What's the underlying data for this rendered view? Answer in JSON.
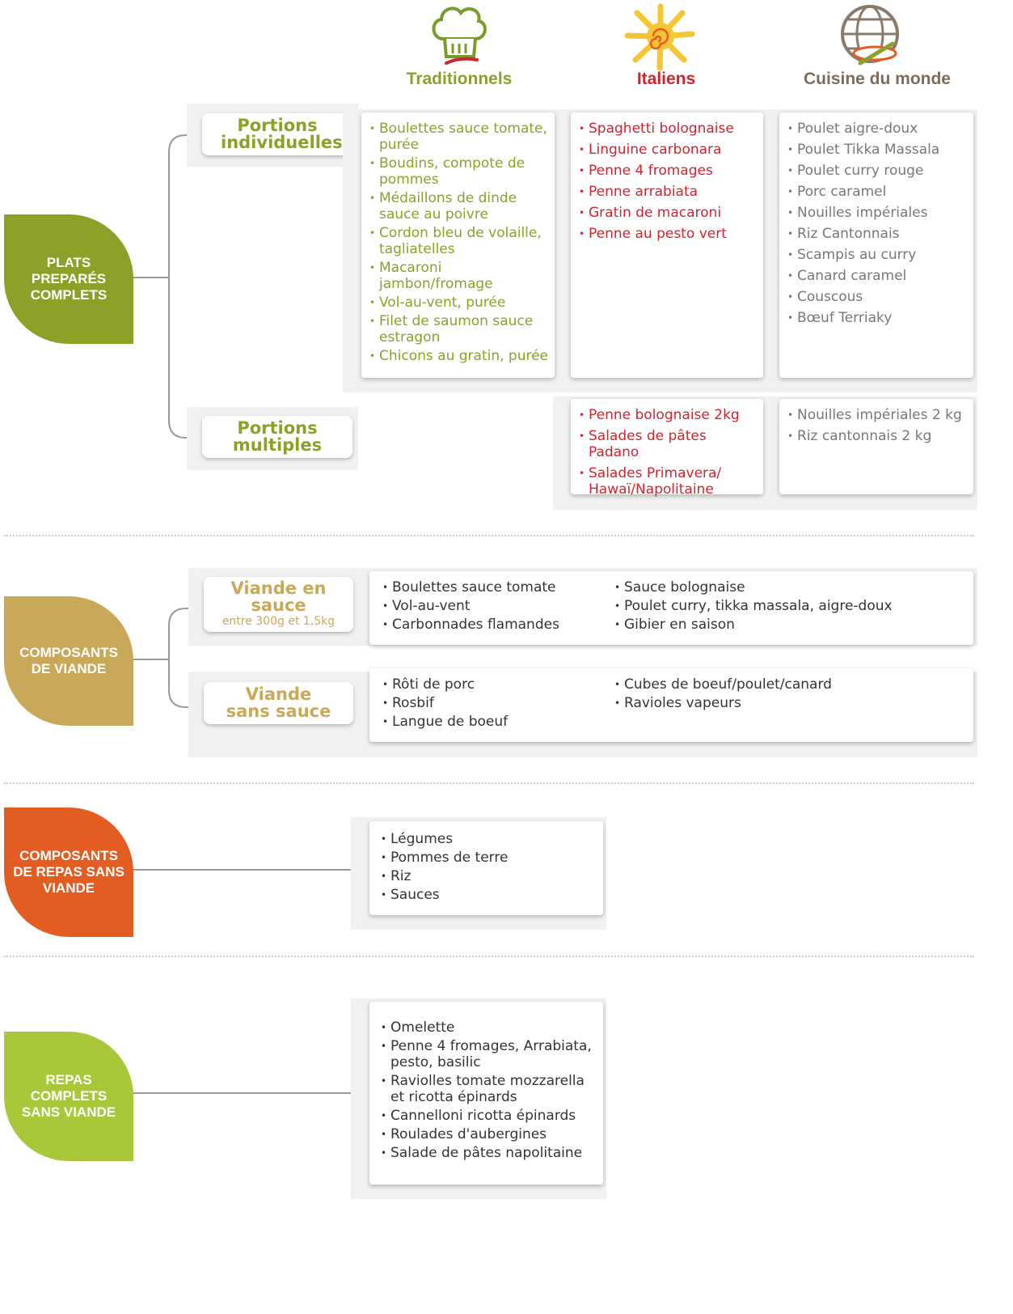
{
  "colors": {
    "green_dark": "#8ba127",
    "red": "#d3232e",
    "gold": "#c9a85a",
    "orange": "#e35d22",
    "lime": "#a8c83a"
  },
  "icons": [
    "chef-hat-icon",
    "sun-icon",
    "globe-fork-spoon-icon"
  ],
  "columns": {
    "traditionnels": "Traditionnels",
    "italiens": "Italiens",
    "monde": "Cuisine du monde"
  },
  "section1": {
    "label": "PLATS PREPARÉS COMPLETS",
    "individual_label": "Portions individuelles",
    "multiple_label": "Portions multiples",
    "traditionnels": [
      "Boulettes sauce tomate, purée",
      "Boudins, compote de pommes",
      "Médaillons de dinde sauce au poivre",
      "Cordon bleu de volaille, tagliatelles",
      "Macaroni jambon/fromage",
      "Vol-au-vent, purée",
      "Filet de saumon sauce estragon",
      "Chicons au gratin, purée"
    ],
    "italiens": [
      "Spaghetti bolognaise",
      "Linguine carbonara",
      "Penne 4 fromages",
      "Penne arrabiata",
      "Gratin de macaroni",
      "Penne au pesto vert"
    ],
    "monde": [
      "Poulet aigre-doux",
      "Poulet Tikka Massala",
      "Poulet curry rouge",
      "Porc caramel",
      "Nouilles impériales",
      "Riz Cantonnais",
      "Scampis au curry",
      "Canard caramel",
      "Couscous",
      "Bœuf Terriaky"
    ],
    "multi_italiens": [
      "Penne bolognaise 2kg",
      "Salades de pâtes Padano",
      "Salades Primavera/ Hawaï/Napolitaine"
    ],
    "multi_monde": [
      "Nouilles impériales 2 kg",
      "Riz cantonnais 2 kg"
    ]
  },
  "section2": {
    "label": "COMPOSANTS DE VIANDE",
    "sauce_label": "Viande en sauce",
    "sauce_sub": "entre 300g et 1,5kg",
    "nosauce_label": "Viande sans sauce",
    "sauce_col1": [
      "Boulettes sauce tomate",
      "Vol-au-vent",
      "Carbonnades flamandes"
    ],
    "sauce_col2": [
      "Sauce bolognaise",
      "Poulet curry, tikka massala, aigre-doux",
      "Gibier en saison"
    ],
    "nosauce_col1": [
      "Rôti de porc",
      "Rosbif",
      "Langue de boeuf"
    ],
    "nosauce_col2": [
      "Cubes de boeuf/poulet/canard",
      "Ravioles vapeurs"
    ]
  },
  "section3": {
    "label": "COMPOSANTS DE REPAS SANS VIANDE",
    "items": [
      "Légumes",
      "Pommes de terre",
      "Riz",
      "Sauces"
    ]
  },
  "section4": {
    "label": "REPAS COMPLETS SANS VIANDE",
    "items": [
      "Omelette",
      "Penne 4 fromages, Arrabiata, pesto, basilic",
      "Raviolles tomate mozzarella et ricotta épinards",
      "Cannelloni ricotta épinards",
      "Roulades d'aubergines",
      "Salade de pâtes napolitaine"
    ]
  }
}
